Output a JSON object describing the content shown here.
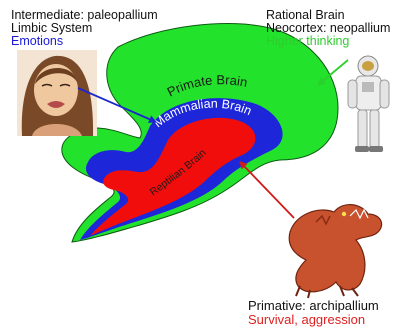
{
  "colors": {
    "primate": "#22e22b",
    "mammalian": "#1d27d9",
    "reptilian": "#f20d0d",
    "blue_text": "#1a1ad6",
    "green_text": "#2ecc2e",
    "red_text": "#e02020",
    "arrow_blue": "#1a27d0",
    "arrow_green": "#2bd12b",
    "arrow_red": "#d11a1a"
  },
  "brain": {
    "primate_label": "Primate Brain",
    "mammalian_label": "Mammalian Brain",
    "reptilian_label": "Reptilian Brain"
  },
  "intermediate": {
    "line1": "Intermediate: paleopallium",
    "line2": "Limbic System",
    "line3": "Emotions"
  },
  "rational": {
    "line1": "Rational Brain",
    "line2": "Neocortex: neopallium",
    "line3": "Higher thinking"
  },
  "primitive": {
    "line1": "Primative: archipallium",
    "line2": "Survival, aggression"
  },
  "images": {
    "woman": "crying-woman-photo",
    "astronaut": "astronaut-photo",
    "dinosaur": "red-dinosaur-photo"
  }
}
